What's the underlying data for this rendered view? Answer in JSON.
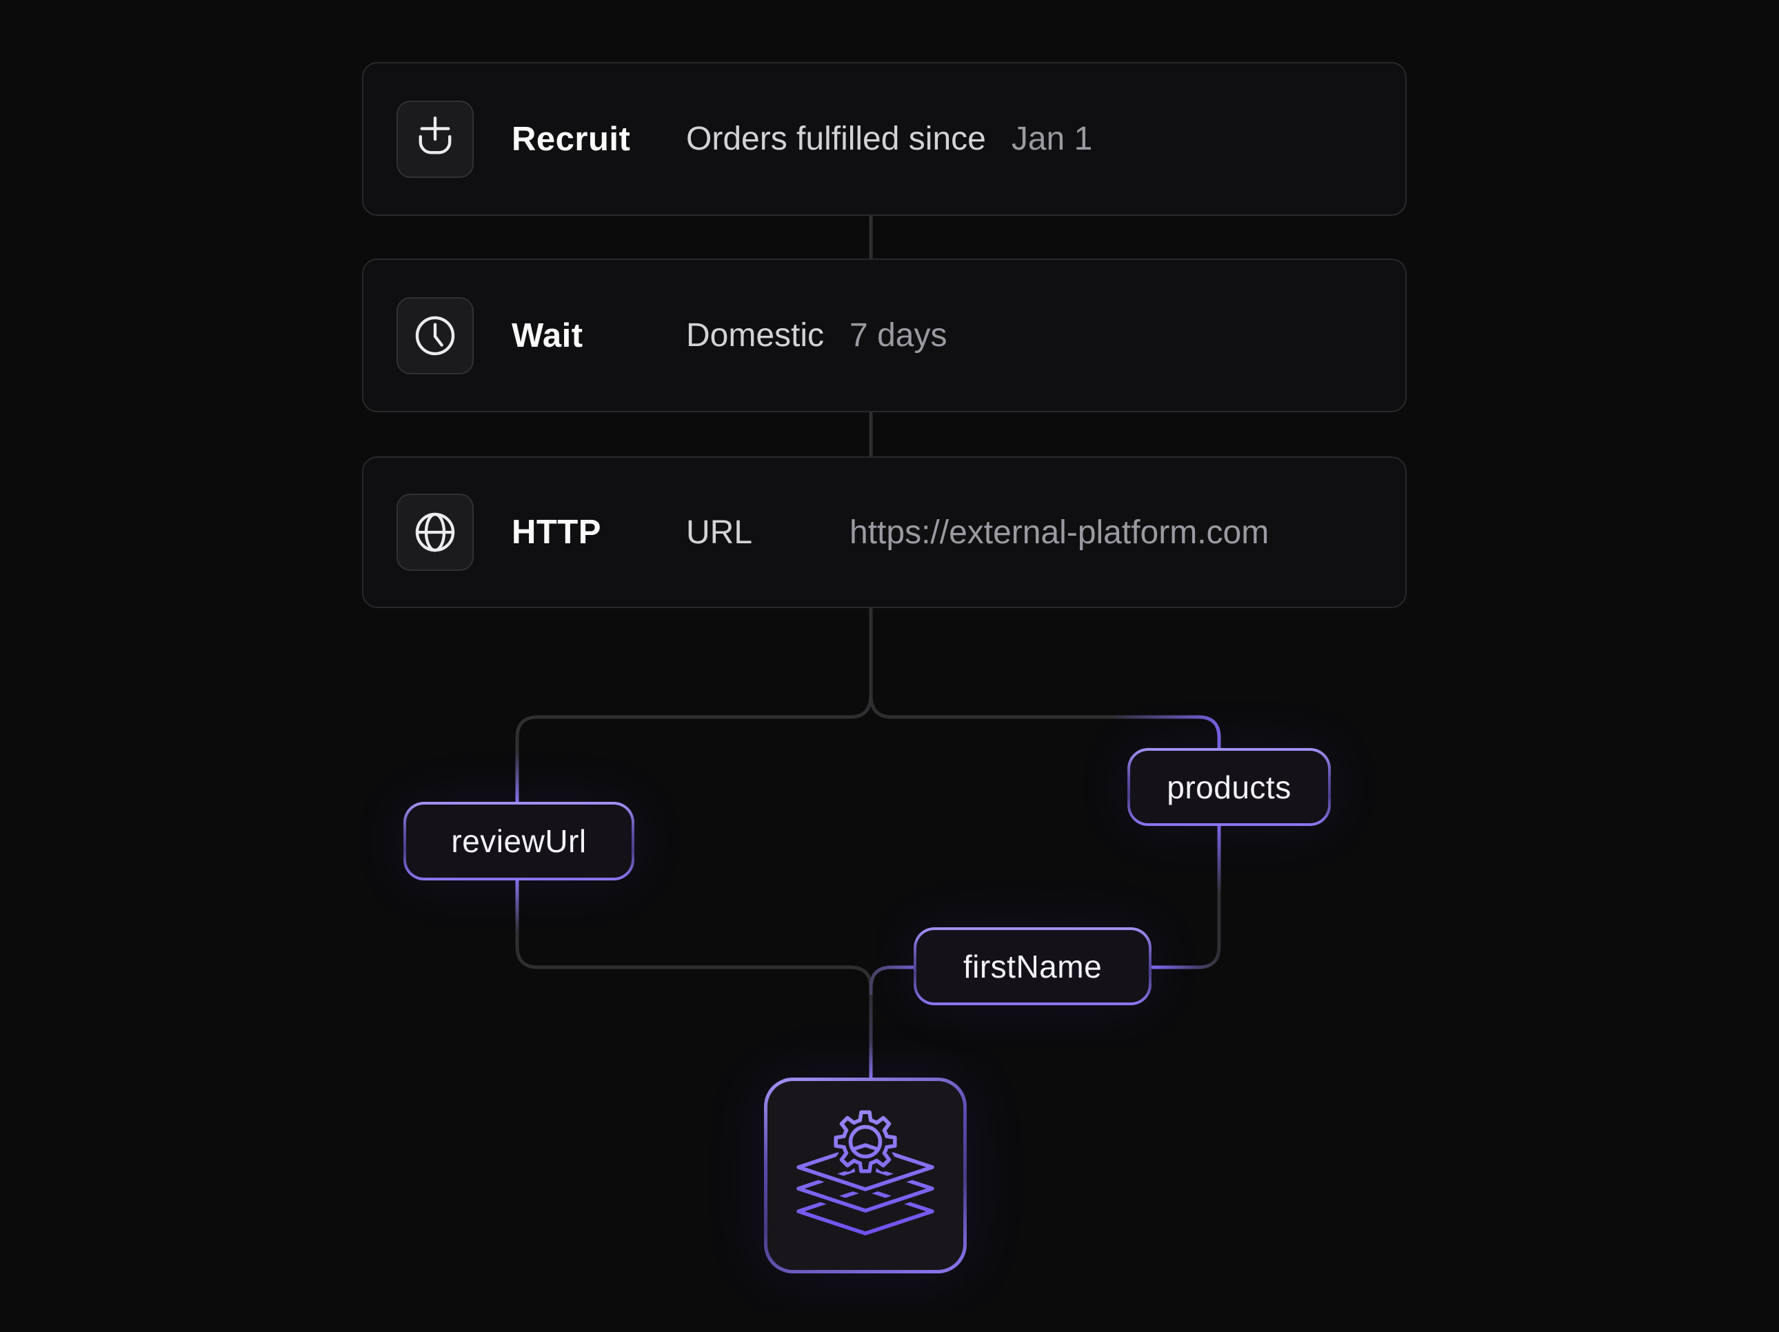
{
  "workflow": {
    "steps": [
      {
        "id": "recruit",
        "icon": "tray-plus-icon",
        "label": "Recruit",
        "field": "Orders fulfilled since",
        "value": "Jan 1"
      },
      {
        "id": "wait",
        "icon": "clock-icon",
        "label": "Wait",
        "field": "Domestic",
        "value": "7 days"
      },
      {
        "id": "http",
        "icon": "globe-icon",
        "label": "HTTP",
        "field": "URL",
        "value": "https://external-platform.com"
      }
    ],
    "variables": [
      {
        "id": "reviewUrl",
        "label": "reviewUrl"
      },
      {
        "id": "products",
        "label": "products"
      },
      {
        "id": "firstName",
        "label": "firstName"
      }
    ],
    "output_node": {
      "icon": "gear-layers-icon"
    }
  },
  "colors": {
    "background": "#0b0b0c",
    "card_bg": "#0f0f11",
    "card_border": "#29292c",
    "tile_bg": "#1b1b1e",
    "wire_gray": "#2f2f32",
    "accent_purple": "#7d66e9",
    "chip_bg": "#141119",
    "chip_border_light": "#a593f7",
    "label_text": "#fafafa",
    "field_text": "#d3d3d7",
    "value_text": "#9a9aa1"
  }
}
